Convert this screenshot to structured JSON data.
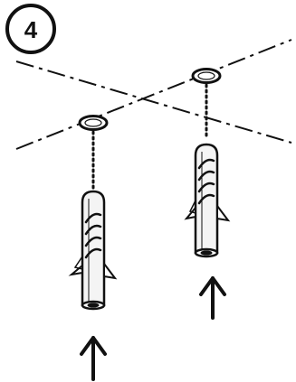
{
  "step": {
    "number": "4"
  },
  "colors": {
    "ink": "#111111",
    "plug_fill": "#f4f4f4",
    "background": "#ffffff"
  },
  "parts": {
    "plugs": 2,
    "holes": 2,
    "insert_arrows": 2
  },
  "icons": [
    "step-number-badge",
    "wall-plug-icon",
    "drill-hole-icon",
    "insert-arrow-icon"
  ]
}
